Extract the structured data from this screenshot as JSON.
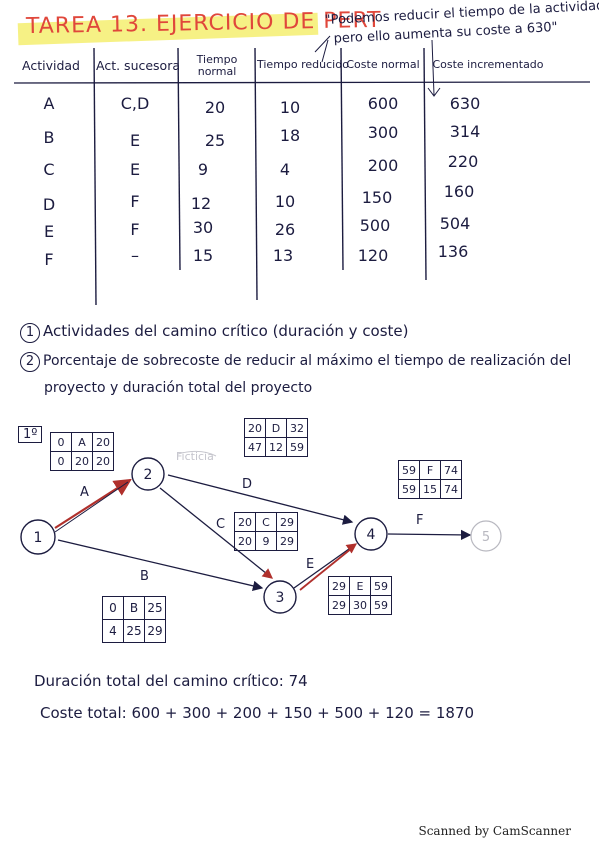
{
  "header": {
    "title": "TAREA 13. EJERCICIO DE PERT",
    "note_line1": "\"Podemos reducir el tiempo de la actividad A,",
    "note_line2": "pero ello aumenta su coste a 630\""
  },
  "table": {
    "columns": [
      "Actividad",
      "Act. sucesora",
      "Tiempo normal",
      "Tiempo reducido",
      "Coste normal",
      "Coste incrementado"
    ],
    "rows": [
      [
        "A",
        "C,D",
        "20",
        "10",
        "600",
        "630"
      ],
      [
        "B",
        "E",
        "25",
        "18",
        "300",
        "314"
      ],
      [
        "C",
        "E",
        "9",
        "4",
        "200",
        "220"
      ],
      [
        "D",
        "F",
        "12",
        "10",
        "150",
        "160"
      ],
      [
        "E",
        "F",
        "30",
        "26",
        "500",
        "504"
      ],
      [
        "F",
        "–",
        "15",
        "13",
        "120",
        "136"
      ]
    ]
  },
  "questions": {
    "q1_num": "1",
    "q1": "Actividades del camino crítico (duración y coste)",
    "q2_num": "2",
    "q2_line1": "Porcentaje de sobrecoste de reducir al máximo el tiempo de realización del",
    "q2_line2": "proyecto y duración total del proyecto"
  },
  "diagram": {
    "answer_label": "1º",
    "nodes": [
      "1",
      "2",
      "3",
      "4",
      "5"
    ],
    "edge_labels": {
      "A": "A",
      "B": "B",
      "C": "C",
      "D": "D",
      "E": "E",
      "F": "F"
    },
    "faded_label": "Ficticia",
    "box_A": {
      "top": [
        "0",
        "A",
        "20"
      ],
      "bottom": [
        "0",
        "20",
        "20"
      ]
    },
    "box_D": {
      "top": [
        "20",
        "D",
        "32"
      ],
      "bottom": [
        "47",
        "12",
        "59"
      ]
    },
    "box_F": {
      "top": [
        "59",
        "F",
        "74"
      ],
      "bottom": [
        "59",
        "15",
        "74"
      ]
    },
    "box_C": {
      "top": [
        "20",
        "C",
        "29"
      ],
      "bottom": [
        "20",
        "9",
        "29"
      ]
    },
    "box_E": {
      "top": [
        "29",
        "E",
        "59"
      ],
      "bottom": [
        "29",
        "30",
        "59"
      ]
    },
    "box_B": {
      "top": [
        "0",
        "B",
        "25"
      ],
      "bottom": [
        "4",
        "25",
        "29"
      ]
    }
  },
  "results": {
    "duration": "Duración total del camino crítico: 74",
    "cost": "Coste total: 600 + 300 + 200 + 150 + 500 + 120 = 1870"
  },
  "footer": {
    "scanned": "Scanned by CamScanner"
  },
  "colors": {
    "title": "#e0473b",
    "highlight": "#f4ef70",
    "critical": "#b0302c",
    "ink": "#1c1c40"
  }
}
